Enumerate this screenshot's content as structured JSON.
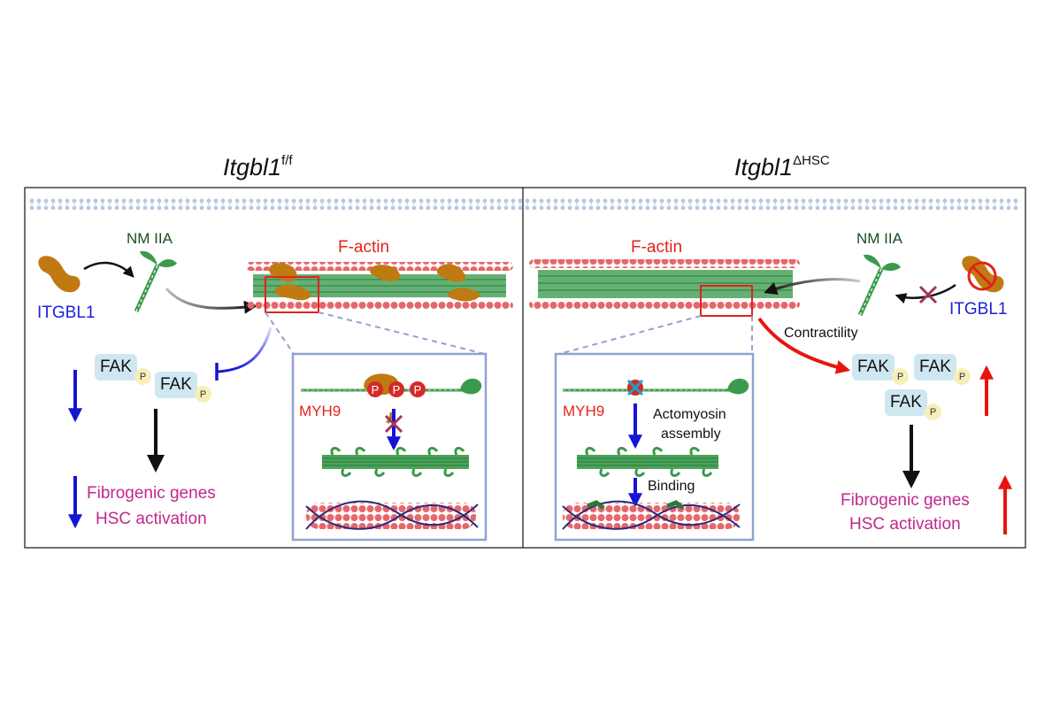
{
  "titles": {
    "left_main": "Itgbl1",
    "left_sup": "f/f",
    "right_main": "Itgbl1",
    "right_sup": "ΔHSC"
  },
  "left": {
    "nm_iia": "NM IIA",
    "f_actin": "F-actin",
    "itgbl1": "ITGBL1",
    "fak": "FAK",
    "p": "P",
    "myh9": "MYH9",
    "genes_line1": "Fibrogenic genes",
    "genes_line2": "HSC activation",
    "phospho_marks": [
      "P",
      "P",
      "P"
    ]
  },
  "right": {
    "nm_iia": "NM IIA",
    "f_actin": "F-actin",
    "itgbl1": "ITGBL1",
    "fak": "FAK",
    "p": "P",
    "myh9": "MYH9",
    "contractility": "Contractility",
    "actomyosin_line1": "Actomyosin",
    "actomyosin_line2": "assembly",
    "binding": "Binding",
    "genes_line1": "Fibrogenic genes",
    "genes_line2": "HSC activation"
  },
  "colors": {
    "down_arrow": "#1414d6",
    "up_arrow": "#e8150f",
    "protein": "#c07a12",
    "actin": "#e5676b",
    "myosin": "#3b9a4c",
    "inset_border": "#8ea3cf",
    "membrane": "#b9c8e0"
  }
}
